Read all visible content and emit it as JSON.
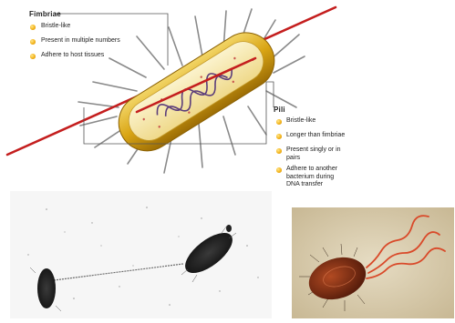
{
  "fimbriae": {
    "heading": "Fimbriae",
    "items": [
      "Bristle-like",
      "Present in multiple numbers",
      "Adhere to host tissues"
    ]
  },
  "pili": {
    "heading": "Pili",
    "items": [
      "Bristle-like",
      "Longer than fimbriae",
      "Present singly or in\npairs",
      "Adhere to another\nbacterium during\nDNA transfer"
    ]
  },
  "colors": {
    "bullet": "#f3b41c",
    "cell_wall": "#d9a514",
    "cytoplasm": "#f6e9a8",
    "pilus": "#c41e1e",
    "dna": "#5a3c7a",
    "flagella": "#d94a2a"
  },
  "icons": {
    "bullet": "orange-bullet-icon"
  }
}
